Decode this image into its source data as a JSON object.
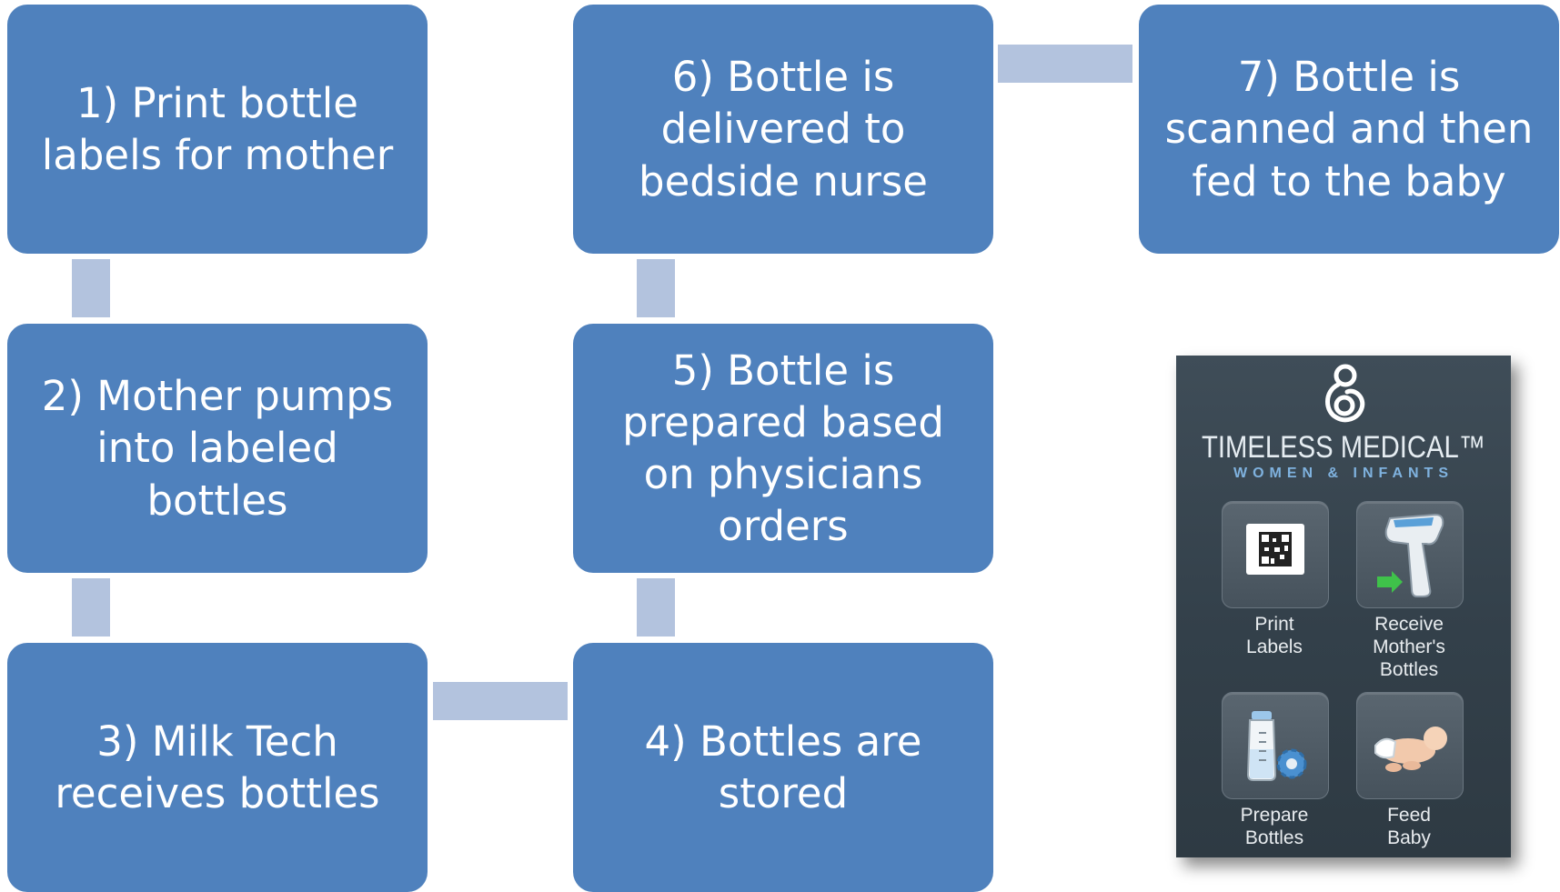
{
  "steps": {
    "s1": "1) Print bottle labels for mother",
    "s2": "2) Mother pumps into labeled bottles",
    "s3": "3) Milk Tech receives bottles",
    "s4": "4) Bottles are stored",
    "s5": "5) Bottle is prepared based on physicians orders",
    "s6": "6) Bottle is delivered to bedside nurse",
    "s7": "7) Bottle is scanned and then fed to the baby"
  },
  "app": {
    "brand": "TIMELESS MEDICAL™",
    "tagline": "WOMEN & INFANTS",
    "tiles": {
      "print": {
        "line1": "Print",
        "line2": "Labels"
      },
      "receive": {
        "line1": "Receive",
        "line2": "Mother's",
        "line3": "Bottles"
      },
      "prepare": {
        "line1": "Prepare",
        "line2": "Bottles"
      },
      "feed": {
        "line1": "Feed",
        "line2": "Baby"
      }
    }
  },
  "colors": {
    "box": "#4f81bd",
    "connector": "#b3c3de",
    "app_bg": "#36434d",
    "accent": "#7fb2df"
  }
}
